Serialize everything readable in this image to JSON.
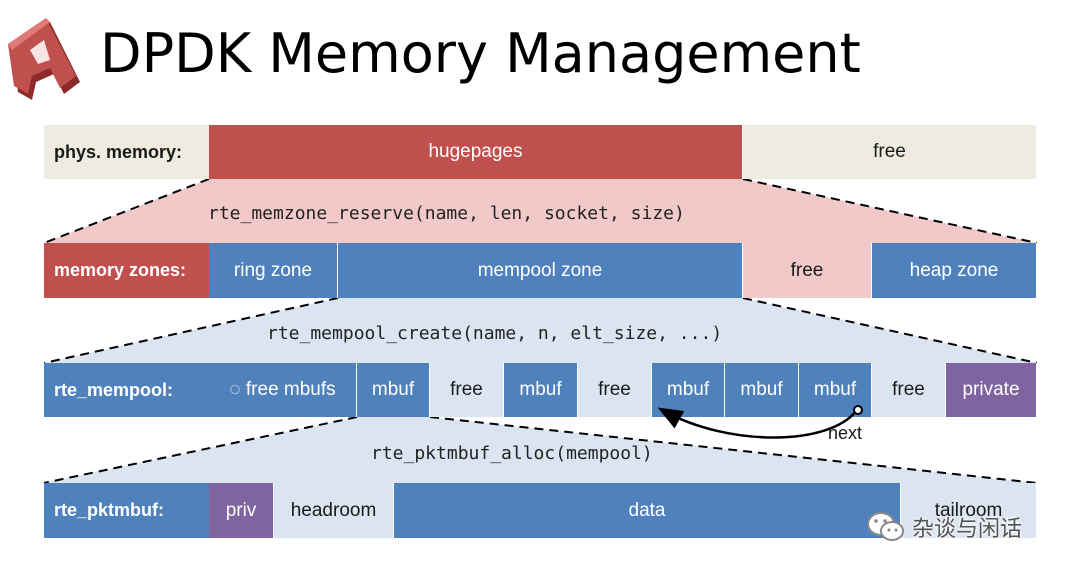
{
  "title": "DPDK Memory Management",
  "logo": {
    "icon": "red-3d-letter-a-logo",
    "color": "#c0504d"
  },
  "rows": {
    "phys": {
      "label": "phys. memory:",
      "segments": [
        {
          "text": "hugepages",
          "style": "red"
        },
        {
          "text": "free",
          "style": "cream"
        }
      ]
    },
    "zones": {
      "label": "memory zones:",
      "segments": [
        {
          "text": "ring zone",
          "style": "dark"
        },
        {
          "text": "mempool zone",
          "style": "dark"
        },
        {
          "text": "free",
          "style": "pink"
        },
        {
          "text": "heap zone",
          "style": "dark"
        }
      ]
    },
    "mempool": {
      "label": "rte_mempool:",
      "segments": [
        {
          "text": "◌ free mbufs",
          "style": "dark"
        },
        {
          "text": "mbuf",
          "style": "dark"
        },
        {
          "text": "free",
          "style": "light"
        },
        {
          "text": "mbuf",
          "style": "dark"
        },
        {
          "text": "free",
          "style": "light"
        },
        {
          "text": "mbuf",
          "style": "dark"
        },
        {
          "text": "mbuf",
          "style": "dark"
        },
        {
          "text": "mbuf",
          "style": "dark"
        },
        {
          "text": "free",
          "style": "light"
        },
        {
          "text": "private",
          "style": "purple"
        }
      ]
    },
    "pktmbuf": {
      "label": "rte_pktmbuf:",
      "segments": [
        {
          "text": "priv",
          "style": "purple"
        },
        {
          "text": "headroom",
          "style": "light"
        },
        {
          "text": "data",
          "style": "dark"
        },
        {
          "text": "tailroom",
          "style": "light"
        }
      ]
    }
  },
  "calls": {
    "memzone": "rte_memzone_reserve(name, len, socket, size)",
    "mempool": "rte_mempool_create(name, n, elt_size, ...)",
    "pktmbuf": "rte_pktmbuf_alloc(mempool)"
  },
  "arrow_label": "next",
  "watermark": {
    "icon": "wechat-icon",
    "text": "杂谈与闲话"
  },
  "colors": {
    "dark_blue": "#4f81bd",
    "light_blue": "#dbe5f1",
    "red": "#c0504d",
    "pink": "#f2c9c9",
    "purple": "#8064a2",
    "cream": "#eeece1"
  }
}
